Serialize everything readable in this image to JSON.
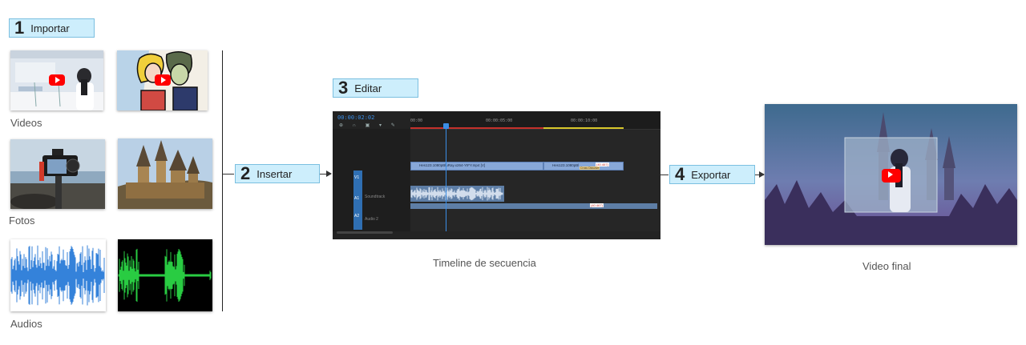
{
  "steps": {
    "import": {
      "num": "1",
      "label": "Importar"
    },
    "insert": {
      "num": "2",
      "label": "Insertar"
    },
    "edit": {
      "num": "3",
      "label": "Editar"
    },
    "export": {
      "num": "4",
      "label": "Exportar"
    }
  },
  "media": {
    "videos_label": "Videos",
    "photos_label": "Fotos",
    "audios_label": "Audios"
  },
  "timeline": {
    "caption": "Timeline de secuencia",
    "timecode": "00:00:02:02",
    "ruler": [
      "00:00",
      "00:00:05:00",
      "00:00:10:00"
    ],
    "track_labels": [
      "V1",
      "A1",
      "A2"
    ],
    "audio_track_names": [
      "Soundtrack",
      "Audio 2"
    ],
    "clip_1_name": "Hes123.1080pBluRay.x264-YIFY.mp4 [V]",
    "clip_2_name": "Hes123.1080pBl",
    "clip_tag": "Cross Dissolve",
    "badge": "(40.467)",
    "accent_color": "#3b8ee6",
    "clip_color": "#88a8d8"
  },
  "output": {
    "caption": "Video final"
  },
  "icons": [
    "play-button-icon"
  ]
}
